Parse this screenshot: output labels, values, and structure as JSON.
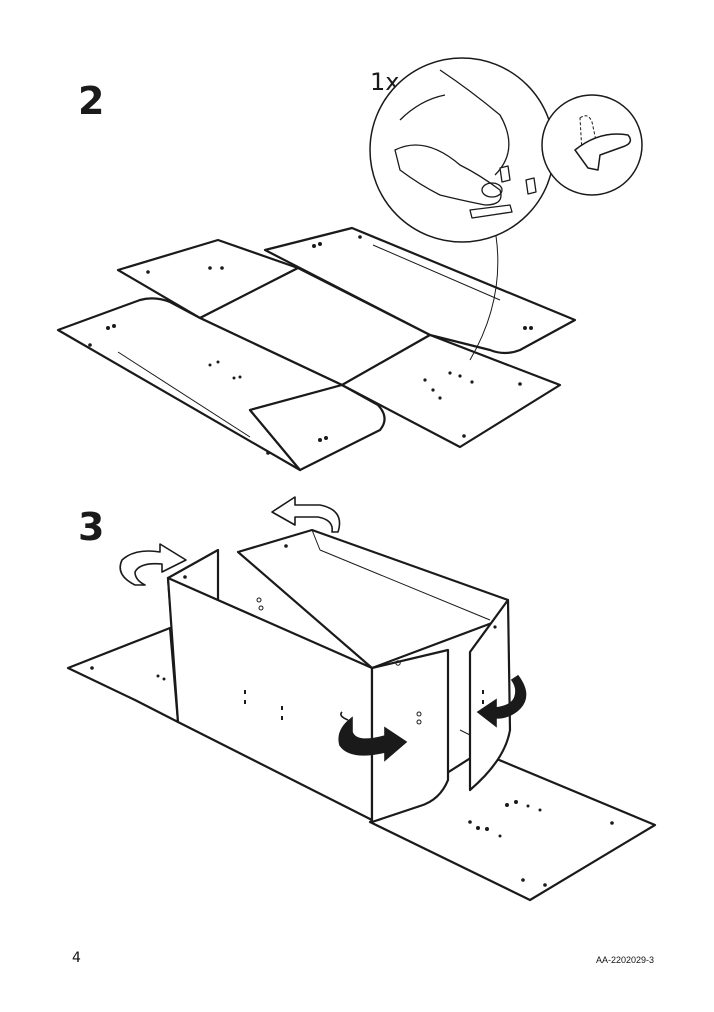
{
  "page": {
    "page_number": "4",
    "document_code": "AA-2202029-3"
  },
  "steps": [
    {
      "number": "2",
      "quantity_callout": "1x"
    },
    {
      "number": "3"
    }
  ]
}
